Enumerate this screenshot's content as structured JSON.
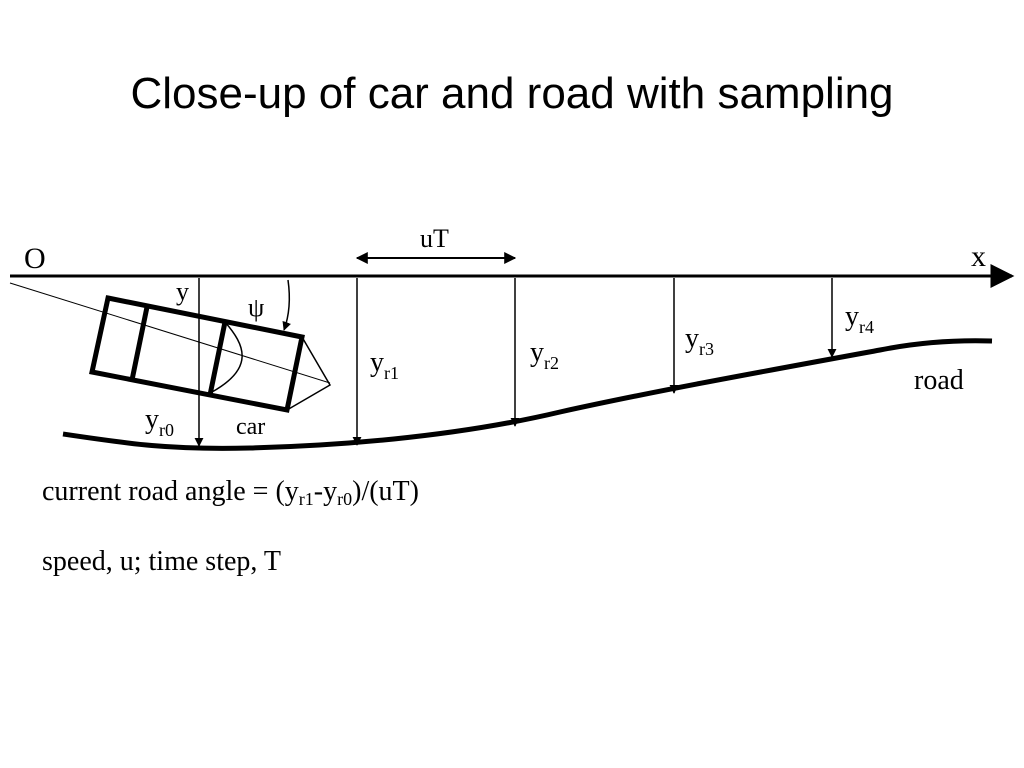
{
  "title": "Close-up of car and road with sampling",
  "diagram": {
    "origin": "O",
    "x_axis": "x",
    "interval": "uT",
    "y_label": "y",
    "psi": "ψ",
    "car": "car",
    "road": "road",
    "samples": [
      {
        "base": "y",
        "sub": "r0"
      },
      {
        "base": "y",
        "sub": "r1"
      },
      {
        "base": "y",
        "sub": "r2"
      },
      {
        "base": "y",
        "sub": "r3"
      },
      {
        "base": "y",
        "sub": "r4"
      }
    ]
  },
  "formula": {
    "prefix": "current road angle = (y",
    "sub1": "r1",
    "mid": "-y",
    "sub2": "r0",
    "suffix": ")/(uT)"
  },
  "note": "speed, u; time step, T"
}
